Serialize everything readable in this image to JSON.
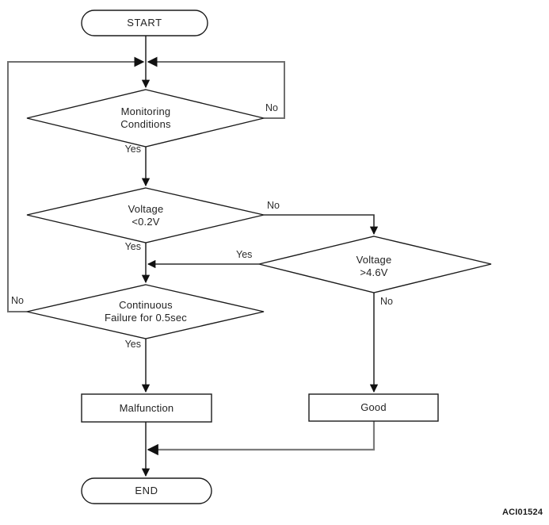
{
  "diagram": {
    "figure_code": "ACI01524",
    "nodes": {
      "start": {
        "label": "START"
      },
      "monitoring_conditions": {
        "line1": "Monitoring",
        "line2": "Conditions"
      },
      "voltage_low": {
        "line1": "Voltage",
        "line2": "<0.2V"
      },
      "voltage_high": {
        "line1": "Voltage",
        "line2": ">4.6V"
      },
      "continuous_failure": {
        "line1": "Continuous",
        "line2": "Failure for 0.5sec"
      },
      "malfunction": {
        "label": "Malfunction"
      },
      "good": {
        "label": "Good"
      },
      "end": {
        "label": "END"
      }
    },
    "edges": {
      "monitoring_no": "No",
      "monitoring_yes": "Yes",
      "voltage_low_no": "No",
      "voltage_low_yes": "Yes",
      "voltage_high_yes": "Yes",
      "voltage_high_no": "No",
      "continuous_failure_no": "No",
      "continuous_failure_yes": "Yes"
    },
    "colors": {
      "background": "#ffffff",
      "shape_border": "#1b1b1b",
      "flow_line": "#2f2f2f",
      "loop_line": "#6f6f6f",
      "return_line": "#7c7c7c",
      "arrowhead": "#111111",
      "text": "#232323"
    }
  }
}
